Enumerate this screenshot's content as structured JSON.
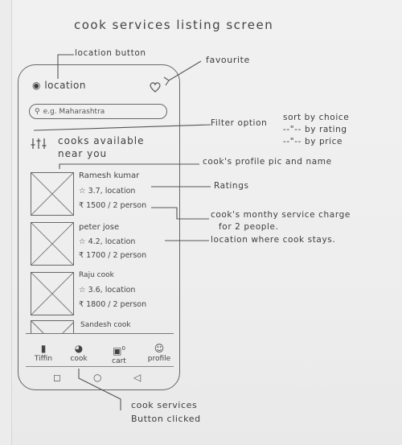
{
  "title": "cook services listing screen",
  "phone": {
    "location_label": "location",
    "search_placeholder": "e.g. Maharashtra",
    "heading_line1": "cooks available",
    "heading_line2": "near you",
    "cooks": [
      {
        "name": "Ramesh kumar",
        "rating": "3.7",
        "location": "location",
        "price": "₹ 1500 / 2 person"
      },
      {
        "name": "peter jose",
        "rating": "4.2",
        "location": "location",
        "price": "₹ 1700 / 2 person"
      },
      {
        "name": "Raju cook",
        "rating": "3.6",
        "location": "location",
        "price": "₹ 1800 / 2 person"
      },
      {
        "name": "Sandesh cook"
      }
    ],
    "tabs": [
      {
        "label": "Tiffin",
        "icon": "tiffin-icon"
      },
      {
        "label": "cook",
        "icon": "cook-icon"
      },
      {
        "label": "cart",
        "icon": "cart-icon",
        "badge": "0"
      },
      {
        "label": "profile",
        "icon": "profile-icon"
      }
    ]
  },
  "annotations": {
    "location_button": "location button",
    "favourite": "favourite",
    "filter_option": "Filter option",
    "sort_by_choice": "sort by choice",
    "by_rating": "by rating",
    "by_price": "by price",
    "ditto": "--\"--",
    "profile_pic_name": "cook's profile pic and name",
    "ratings": "Ratings",
    "monthly_charge_line1": "cook's monthy service charge",
    "monthly_charge_line2": "for 2 people.",
    "location_stays": "location where cook stays.",
    "cook_services_line1": "cook services",
    "cook_services_line2": "Button clicked"
  }
}
